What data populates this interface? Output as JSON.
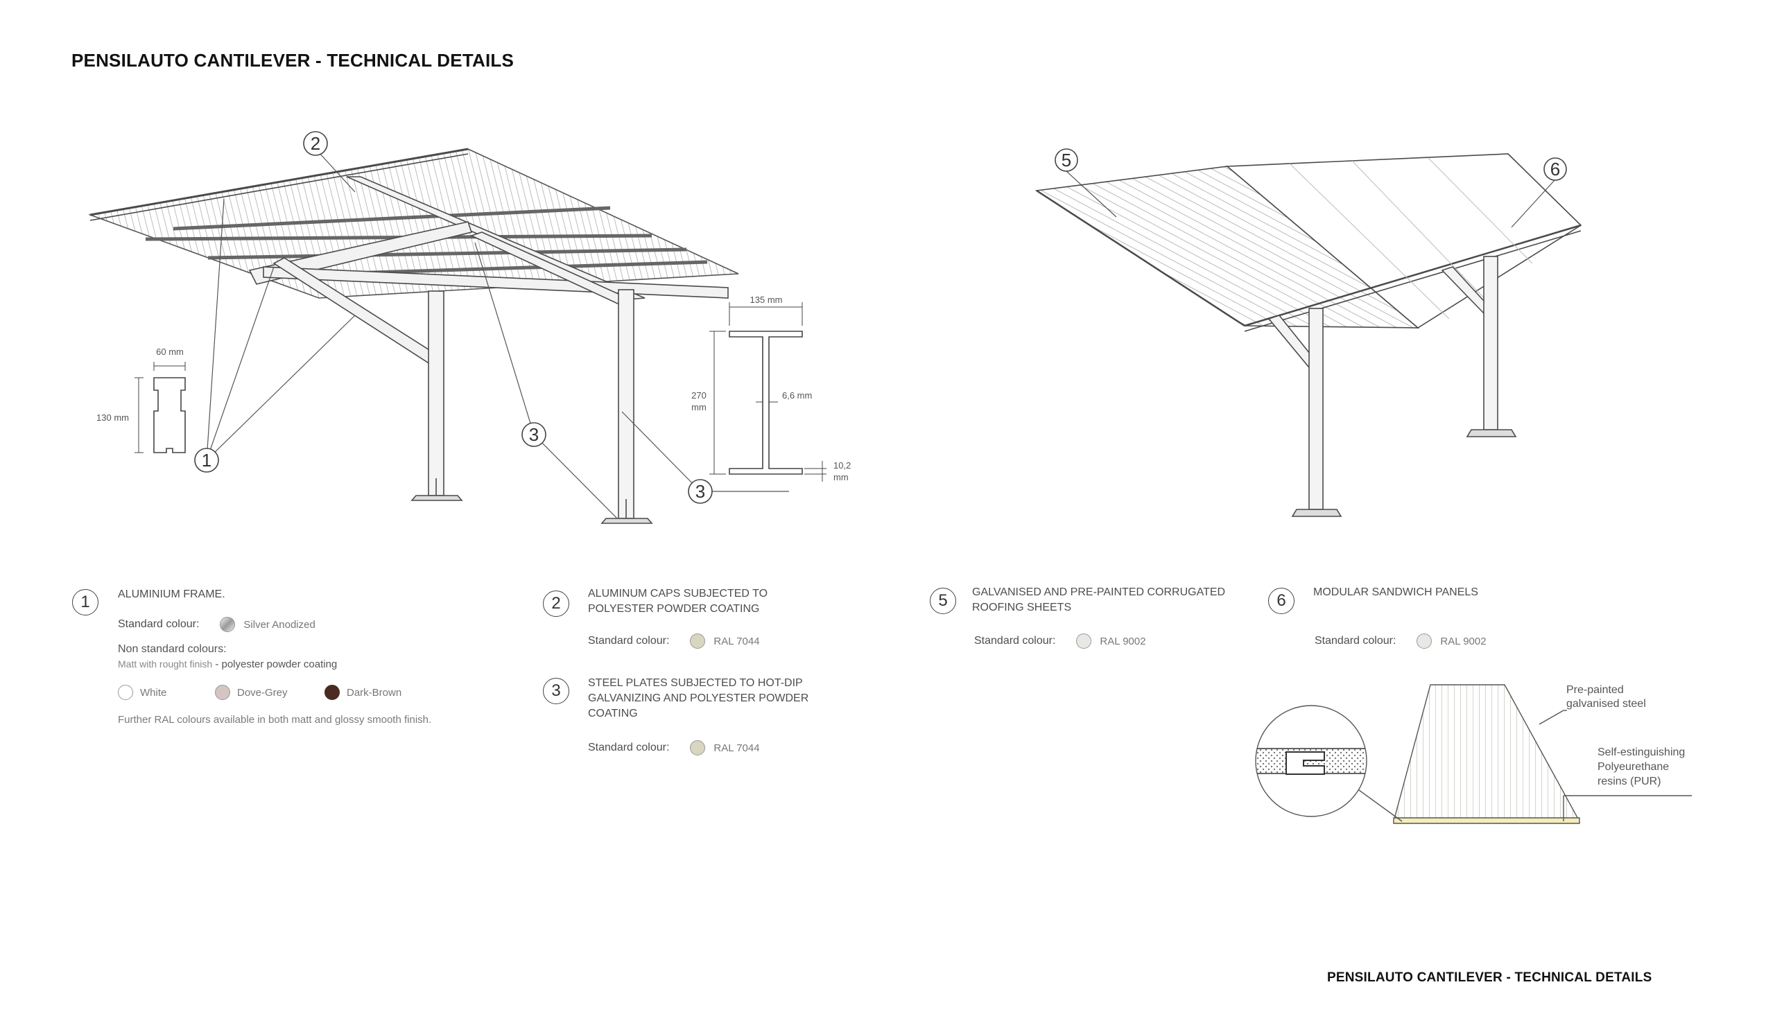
{
  "header": {
    "title": "PENSILAUTO CANTILEVER - TECHNICAL DETAILS"
  },
  "footer": {
    "title": "PENSILAUTO CANTILEVER - TECHNICAL DETAILS"
  },
  "drawing_left": {
    "callouts": [
      "1",
      "2",
      "3",
      "3"
    ],
    "frame_section": {
      "width": "60 mm",
      "height": "130 mm"
    },
    "ibeam_section": {
      "width": "135 mm",
      "height_num": "270",
      "height_unit": "mm",
      "web": "6,6 mm",
      "flange_num": "10,2",
      "flange_unit": "mm"
    }
  },
  "drawing_right": {
    "callouts": [
      "5",
      "6"
    ],
    "panel_labels": {
      "steel_1": "Pre-painted",
      "steel_2": "galvanised steel",
      "pur_1": "Self-estinguishing",
      "pur_2": "Polyeurethane",
      "pur_3": "resins (PUR)"
    }
  },
  "items": {
    "i1": {
      "num": "1",
      "title": "ALUMINIUM FRAME.",
      "std_label": "Standard colour:",
      "std_value": "Silver Anodized",
      "nonstd_label": "Non standard colours:",
      "nonstd_note_a": "Matt with rought finish",
      "nonstd_note_b": " - polyester powder coating",
      "options": [
        "White",
        "Dove-Grey",
        "Dark-Brown"
      ],
      "note": "Further RAL colours available in both matt and glossy smooth finish."
    },
    "i2": {
      "num": "2",
      "title_1": "ALUMINUM CAPS SUBJECTED TO",
      "title_2": "POLYESTER POWDER COATING",
      "std_label": "Standard colour:",
      "std_value": "RAL 7044"
    },
    "i3": {
      "num": "3",
      "title_1": "STEEL PLATES SUBJECTED TO HOT-DIP",
      "title_2": "GALVANIZING AND POLYESTER POWDER",
      "title_3": "COATING",
      "std_label": "Standard colour:",
      "std_value": "RAL 7044"
    },
    "i5": {
      "num": "5",
      "title_1": "GALVANISED AND PRE-PAINTED CORRUGATED",
      "title_2": "ROOFING SHEETS",
      "std_label": "Standard colour:",
      "std_value": "RAL 9002"
    },
    "i6": {
      "num": "6",
      "title_1": "MODULAR SANDWICH PANELS",
      "std_label": "Standard colour:",
      "std_value": "RAL 9002"
    }
  },
  "colors": {
    "ral7044": "#d8d6c0",
    "ral9002": "#e8e8e4",
    "white": "#ffffff",
    "dove_grey": "#d4c4c2",
    "dark_brown": "#4a2a22",
    "silver": "#c8c8c8"
  }
}
